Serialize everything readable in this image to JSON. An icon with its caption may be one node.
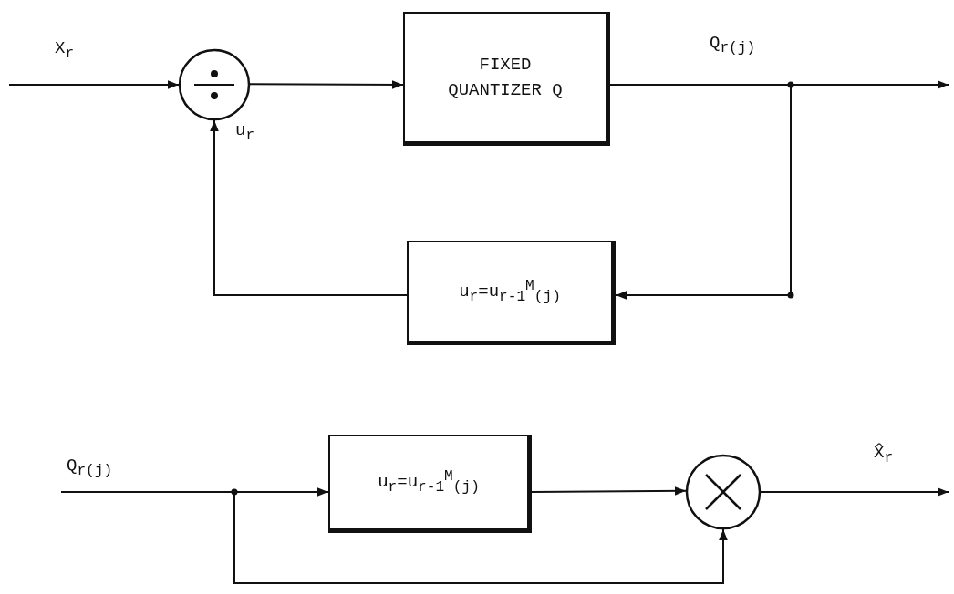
{
  "diagram": {
    "nodes": [
      {
        "text": [],
        "shape": "circle"
      },
      {
        "text": [
          "FIXED QUANTIZER Q"
        ]
      },
      {
        "text": [
          "u$_{r}$=u$_{r-1}$$^{M}$$_{(j)}$"
        ]
      },
      {
        "text": [
          "u$_{r}$=u$_{r-1}$$^{M}$$_{(j)}$"
        ]
      },
      {
        "text": [],
        "shape": "circle"
      }
    ],
    "edges": [
      {
        "from": null,
        "to": 0,
        "arrow": "to"
      },
      {
        "from": 0,
        "to": 1,
        "arrow": "to"
      },
      {
        "from": 1,
        "to": null,
        "arrow": "to"
      },
      {
        "from": 1,
        "to": 2,
        "arrow": "to"
      },
      {
        "from": 2,
        "to": 0,
        "arrow": "to"
      },
      {
        "from": null,
        "to": 3,
        "arrow": "to"
      },
      {
        "from": null,
        "to": 4,
        "arrow": "to"
      },
      {
        "from": 3,
        "to": 4,
        "arrow": "to"
      },
      {
        "from": 4,
        "to": null,
        "arrow": "to"
      }
    ],
    "labels": [
      "X$_{r}$",
      "u$_{r}$",
      "Q$_{r(j)}$",
      "Q$_{r(j)}$",
      "X̂$_{r}$"
    ]
  }
}
